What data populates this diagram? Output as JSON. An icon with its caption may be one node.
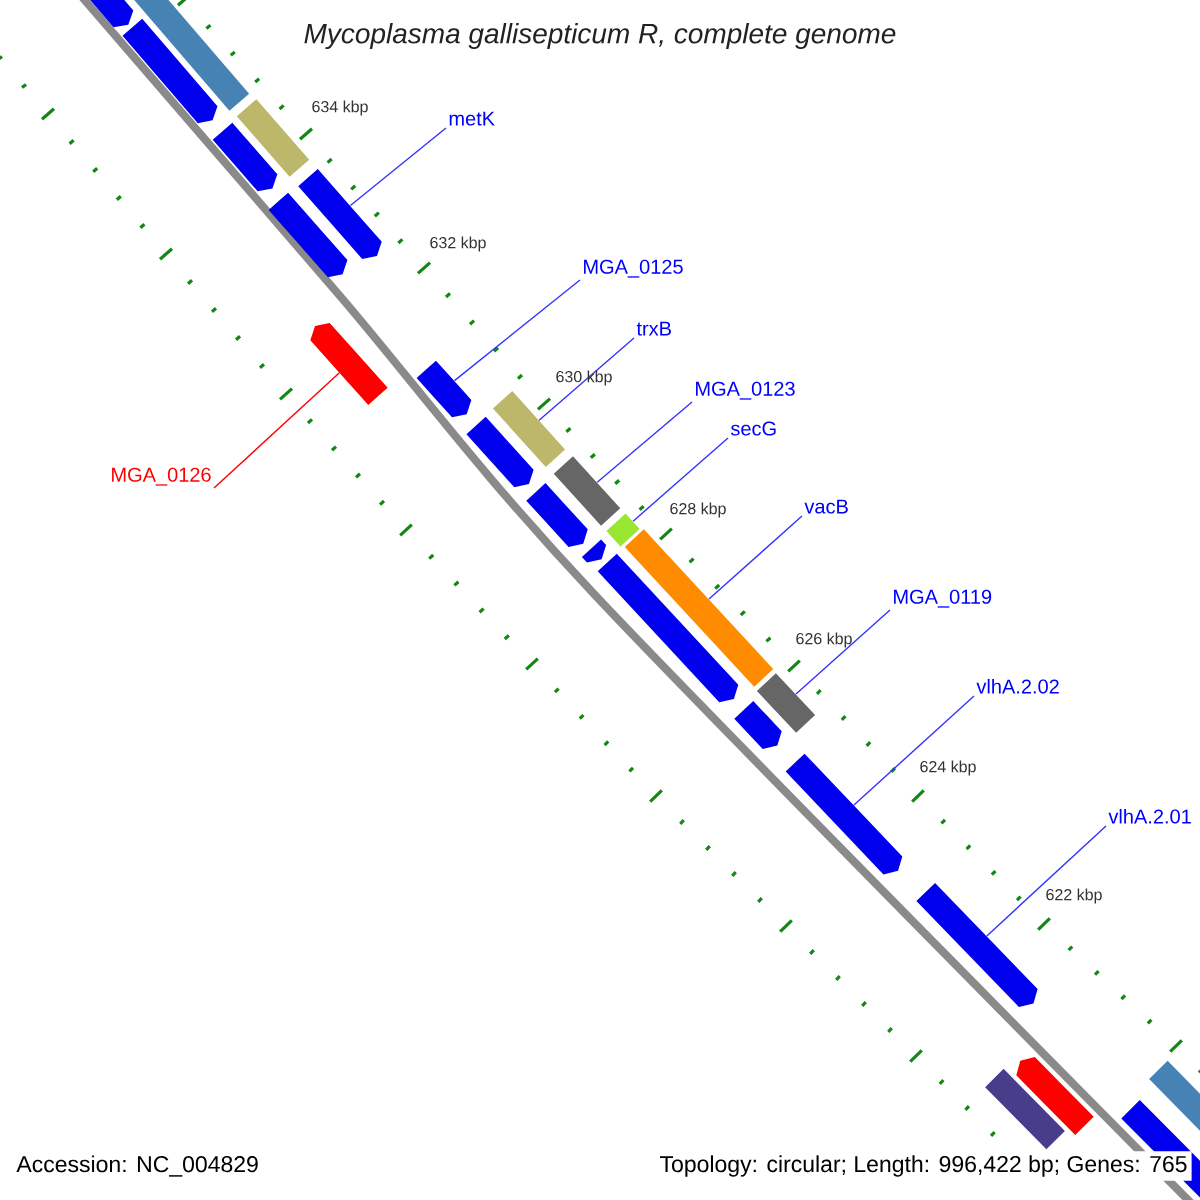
{
  "diagram": {
    "title": "Mycoplasma gallisepticum R, complete genome",
    "nodes": [
      {
        "text": [
          "metK"
        ]
      },
      {
        "text": [
          "MGA_0125"
        ]
      },
      {
        "text": [
          "trxB"
        ]
      },
      {
        "text": [
          "MGA_0123"
        ]
      },
      {
        "text": [
          "secG"
        ]
      },
      {
        "text": [
          "vacB"
        ]
      },
      {
        "text": [
          "MGA_0119"
        ]
      },
      {
        "text": [
          "vlhA.2.02"
        ]
      },
      {
        "text": [
          "vlhA.2.01"
        ]
      },
      {
        "text": [
          "MGA_0126"
        ]
      },
      {
        "text": [],
        "shape": "bar"
      },
      {
        "text": [],
        "shape": "bar"
      },
      {
        "text": [],
        "shape": "box"
      },
      {
        "text": [],
        "shape": "box"
      },
      {
        "text": [],
        "shape": "bar"
      },
      {
        "text": [],
        "shape": "bar"
      },
      {
        "text": [],
        "shape": "bar"
      },
      {
        "text": [],
        "shape": "bar"
      },
      {
        "text": [],
        "shape": "bar"
      },
      {
        "text": [],
        "shape": "box"
      },
      {
        "text": [],
        "shape": "bar"
      },
      {
        "text": [],
        "shape": "box"
      },
      {
        "text": [],
        "shape": "bar"
      },
      {
        "text": [],
        "shape": "box"
      },
      {
        "text": [],
        "shape": "bar"
      },
      {
        "text": [],
        "shape": "box"
      },
      {
        "text": [],
        "shape": "bar"
      },
      {
        "text": [],
        "shape": "box"
      },
      {
        "text": [],
        "shape": "bar"
      },
      {
        "text": [],
        "shape": "bar"
      },
      {
        "text": [],
        "shape": "bar"
      },
      {
        "text": [],
        "shape": "box"
      },
      {
        "text": [],
        "shape": "bar"
      },
      {
        "text": [],
        "shape": "bar"
      },
      {
        "text": [],
        "shape": "box"
      }
    ],
    "edges": [
      {
        "from": 0,
        "to": 16,
        "arrow": "none"
      },
      {
        "from": 1,
        "to": 18,
        "arrow": "none"
      },
      {
        "from": 2,
        "to": 19,
        "arrow": "none"
      },
      {
        "from": 3,
        "to": 21,
        "arrow": "none"
      },
      {
        "from": 4,
        "to": 23,
        "arrow": "none"
      },
      {
        "from": 5,
        "to": 25,
        "arrow": "none"
      },
      {
        "from": 6,
        "to": 27,
        "arrow": "none"
      },
      {
        "from": 7,
        "to": 29,
        "arrow": "none"
      },
      {
        "from": 8,
        "to": 30,
        "arrow": "none"
      },
      {
        "from": 9,
        "to": 17,
        "arrow": "none",
        "color": "#ff0000"
      }
    ],
    "labels": [
      "634 kbp",
      "632 kbp",
      "630 kbp",
      "628 kbp",
      "626 kbp",
      "624 kbp",
      "622 kbp",
      "Accession: NC_004829",
      "Topology: circular; Length: 996,422 bp; Genes: 765"
    ]
  }
}
